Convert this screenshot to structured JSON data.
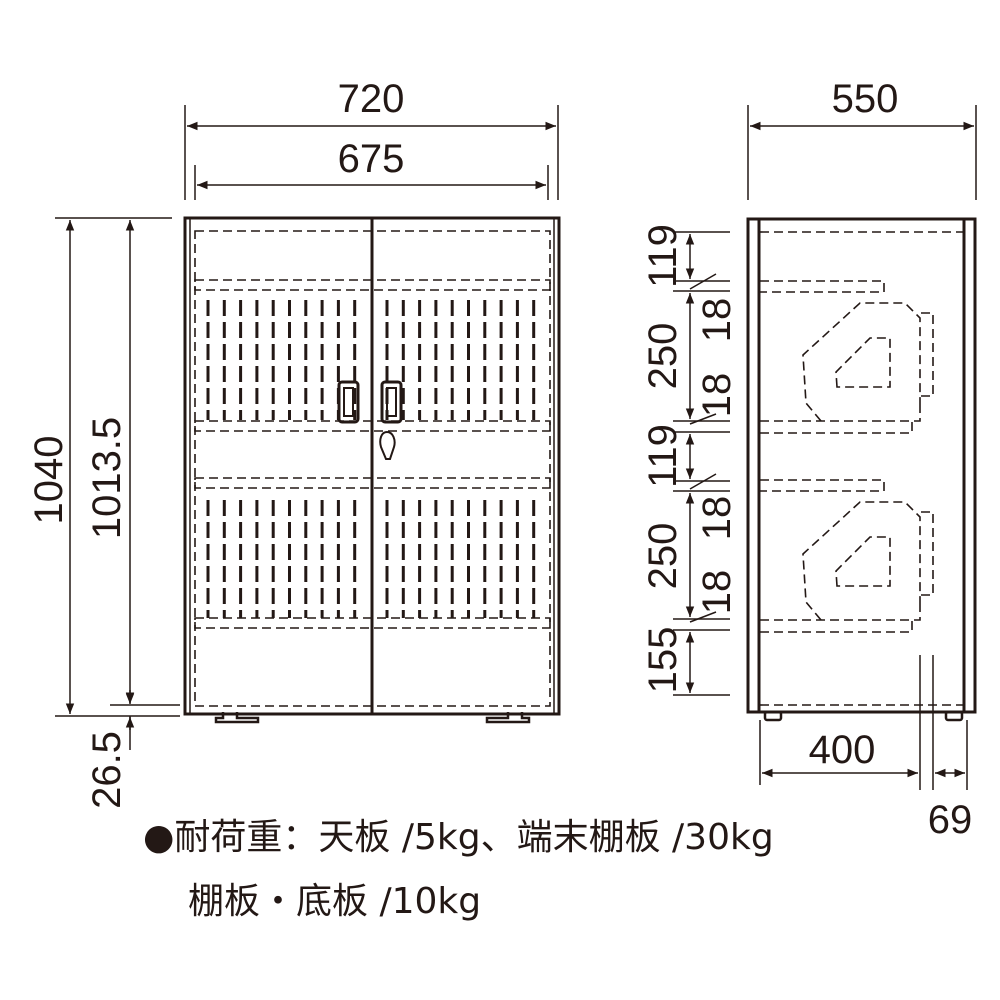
{
  "colors": {
    "ink": "#231815",
    "background": "#ffffff"
  },
  "front_view": {
    "width_outer": "720",
    "width_inner": "675",
    "height_total": "1040",
    "height_body": "1013.5",
    "adjuster_height": "26.5"
  },
  "side_view": {
    "depth": "550",
    "chain": [
      "119",
      "250",
      "119",
      "250",
      "155"
    ],
    "shelf_thickness_upper": [
      "18",
      "18"
    ],
    "shelf_thickness_lower": [
      "18",
      "18"
    ],
    "inner_depth": "400",
    "back_offset": "69"
  },
  "note": {
    "line1": "●耐荷重：天板 /5kg、端末棚板 /30kg",
    "line2": "棚板・底板 /10kg"
  }
}
